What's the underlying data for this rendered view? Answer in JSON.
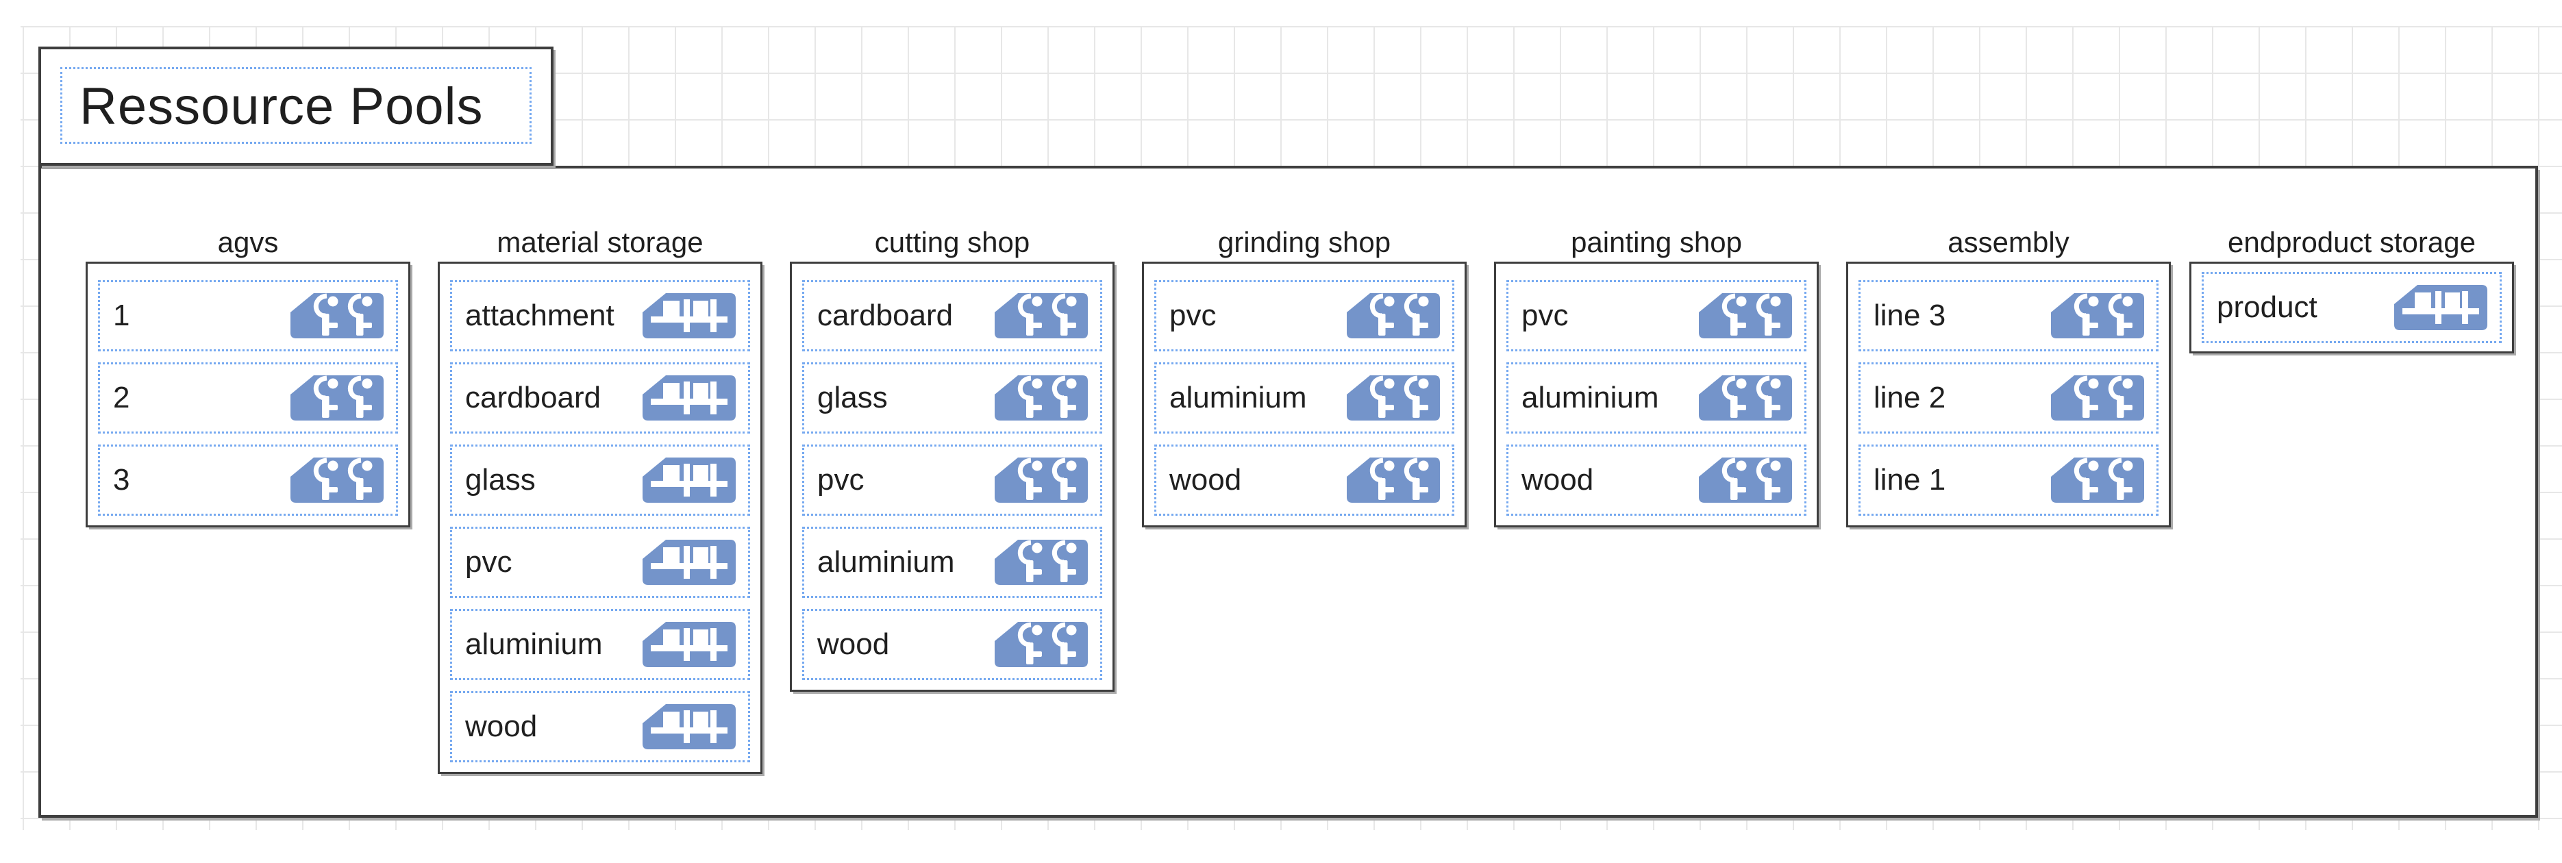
{
  "canvas": {
    "title": {
      "text": "Ressource Pools"
    }
  },
  "colors": {
    "accent_blue": "#7494ca",
    "selection_blue": "#76a9f0",
    "border_dark": "#3e3e3e",
    "grid": "#e7e7e7",
    "text": "#1f1f1f"
  },
  "pools": {
    "groups": [
      {
        "label": "agvs",
        "icon": "workers-icon",
        "items": [
          "1",
          "2",
          "3"
        ]
      },
      {
        "label": "material storage",
        "icon": "rack-icon",
        "items": [
          "attachment",
          "cardboard",
          "glass",
          "pvc",
          "aluminium",
          "wood"
        ]
      },
      {
        "label": "cutting shop",
        "icon": "workers-icon",
        "items": [
          "cardboard",
          "glass",
          "pvc",
          "aluminium",
          "wood"
        ]
      },
      {
        "label": "grinding shop",
        "icon": "workers-icon",
        "items": [
          "pvc",
          "aluminium",
          "wood"
        ]
      },
      {
        "label": "painting shop",
        "icon": "workers-icon",
        "items": [
          "pvc",
          "aluminium",
          "wood"
        ]
      },
      {
        "label": "assembly",
        "icon": "workers-icon",
        "items": [
          "line 3",
          "line 2",
          "line 1"
        ]
      },
      {
        "label": "endproduct storage",
        "icon": "rack-icon",
        "items": [
          "product"
        ]
      }
    ]
  }
}
